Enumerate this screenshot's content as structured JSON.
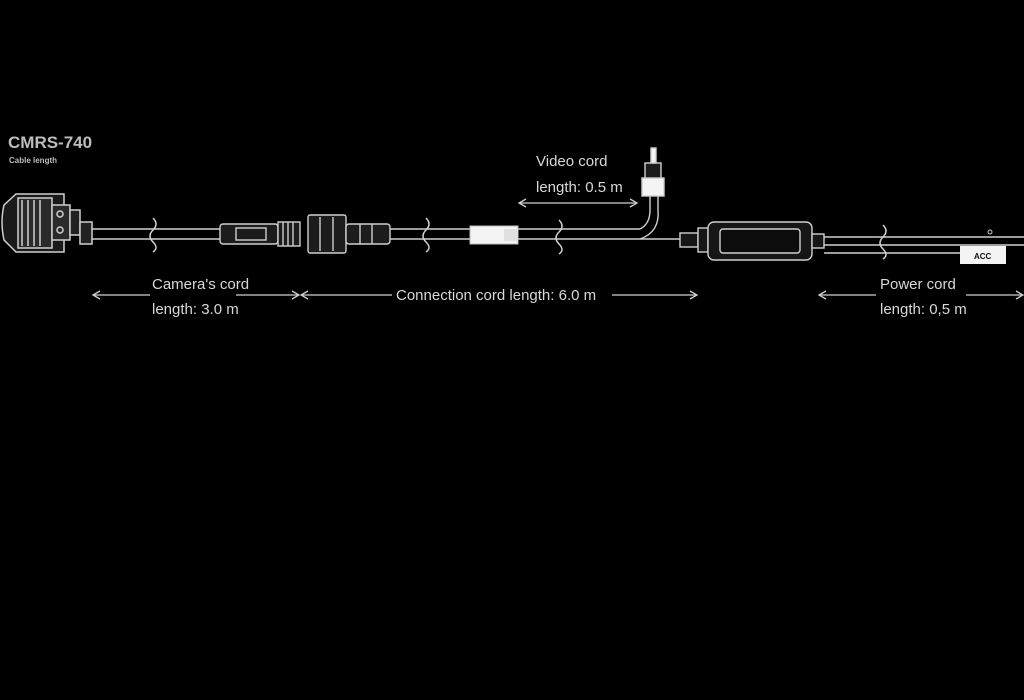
{
  "header": {
    "model": "CMRS-740",
    "subtitle": "Cable length"
  },
  "labels": {
    "camera_cord_line1": "Camera's cord",
    "camera_cord_line2": "length: 3.0 m",
    "connection_cord": "Connection cord length: 6.0 m",
    "video_cord_line1": "Video cord",
    "video_cord_line2": "length: 0.5 m",
    "power_cord_line1": "Power cord",
    "power_cord_line2": "length: 0,5 m",
    "acc": "ACC"
  },
  "colors": {
    "background": "#000000",
    "line": "#d0d0d0",
    "text": "#d8d8d8"
  }
}
